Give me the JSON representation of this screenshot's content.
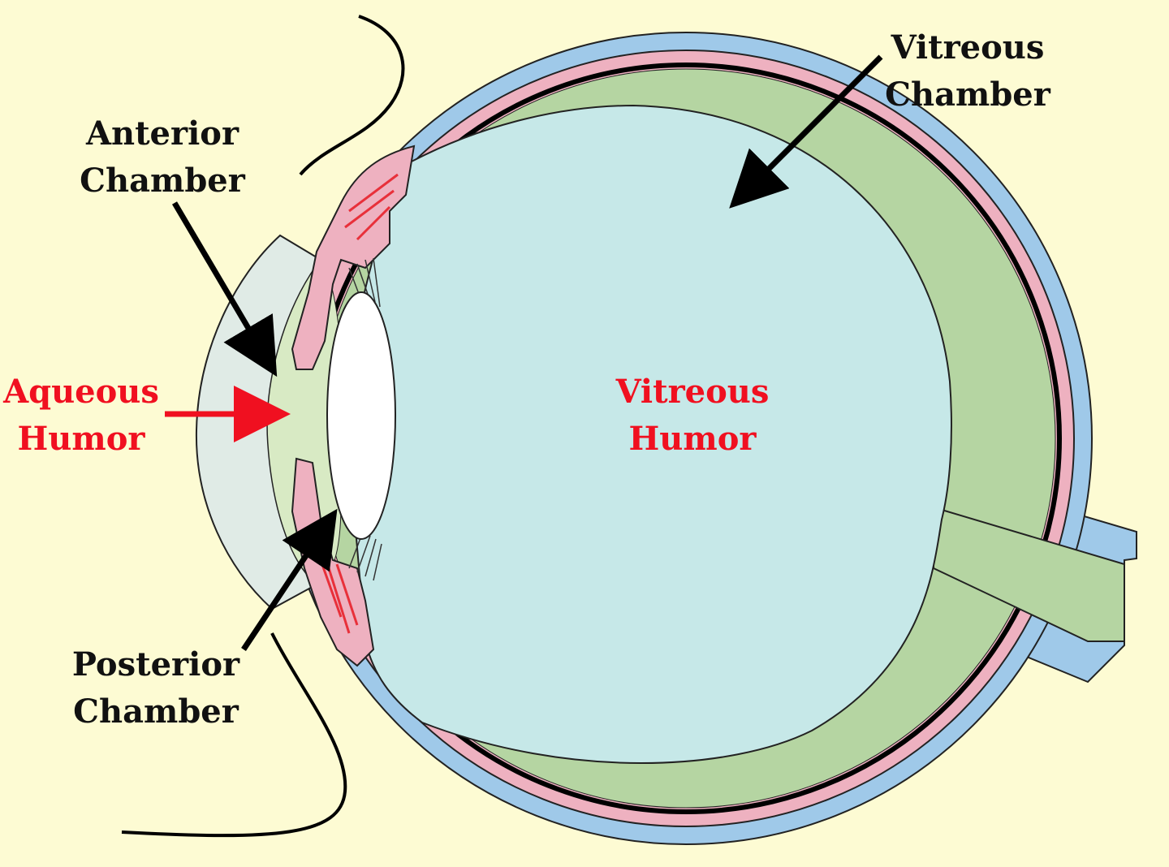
{
  "labels": {
    "vitreous_chamber": [
      "Vitreous",
      "Chamber"
    ],
    "anterior_chamber": [
      "Anterior",
      "Chamber"
    ],
    "aqueous_humor": [
      "Aqueous",
      "Humor"
    ],
    "vitreous_humor": [
      "Vitreous",
      "Humor"
    ],
    "posterior_chamber": [
      "Posterior",
      "Chamber"
    ]
  },
  "colors": {
    "background": "#fdfbd3",
    "sclera": "#9fc9e9",
    "choroid": "#eeb1c0",
    "retina": "#b5d5a2",
    "vitreous": "#c6e8e8",
    "aqueous": "#d8eac4",
    "cornea": "#e0ebe6",
    "lens": "#ffffff",
    "highlight_text": "#f01020",
    "dark_text": "#111111",
    "arrow_dark": "#000000",
    "arrow_red": "#f01020"
  }
}
